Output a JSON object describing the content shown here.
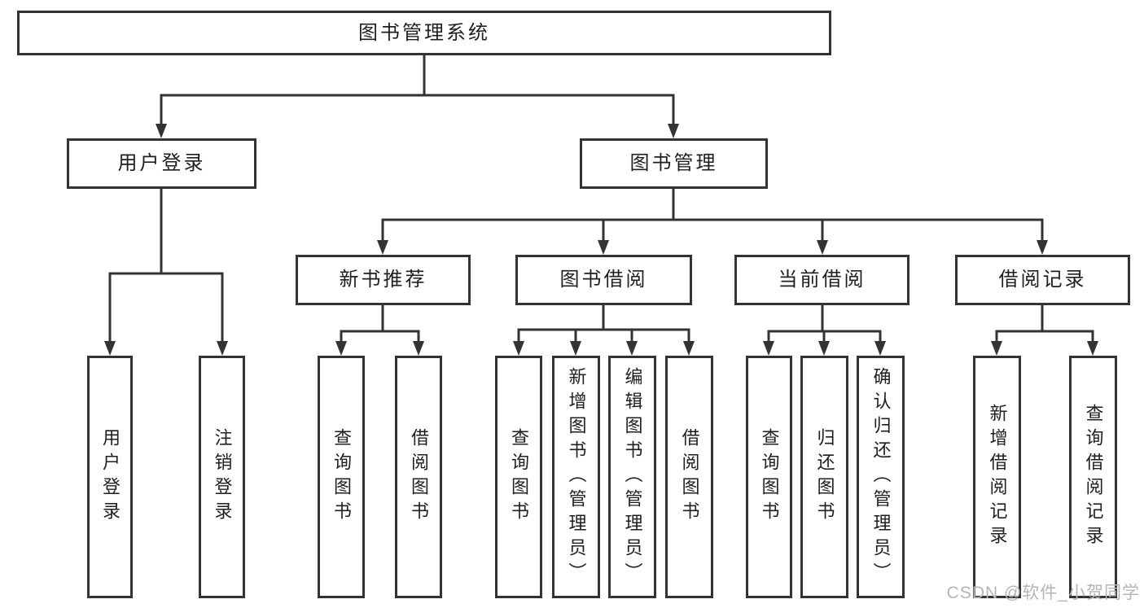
{
  "tree": {
    "label": "图书管理系统",
    "children": [
      {
        "label": "用户登录",
        "children": [
          {
            "label": "用户登录"
          },
          {
            "label": "注销登录"
          }
        ]
      },
      {
        "label": "图书管理",
        "children": [
          {
            "label": "新书推荐",
            "children": [
              {
                "label": "查询图书"
              },
              {
                "label": "借阅图书"
              }
            ]
          },
          {
            "label": "图书借阅",
            "children": [
              {
                "label": "查询图书"
              },
              {
                "label": "新增图书（管理员）"
              },
              {
                "label": "编辑图书（管理员）"
              },
              {
                "label": "借阅图书"
              }
            ]
          },
          {
            "label": "当前借阅",
            "children": [
              {
                "label": "查询图书"
              },
              {
                "label": "归还图书"
              },
              {
                "label": "确认归还（管理员）"
              }
            ]
          },
          {
            "label": "借阅记录",
            "children": [
              {
                "label": "新增借阅记录"
              },
              {
                "label": "查询借阅记录"
              }
            ]
          }
        ]
      }
    ]
  },
  "watermark": "CSDN @软件_小贺同学",
  "colors": {
    "line": "#333333",
    "text": "#1f1f1f",
    "watermark": "#b5b5b5",
    "background": "#ffffff"
  }
}
